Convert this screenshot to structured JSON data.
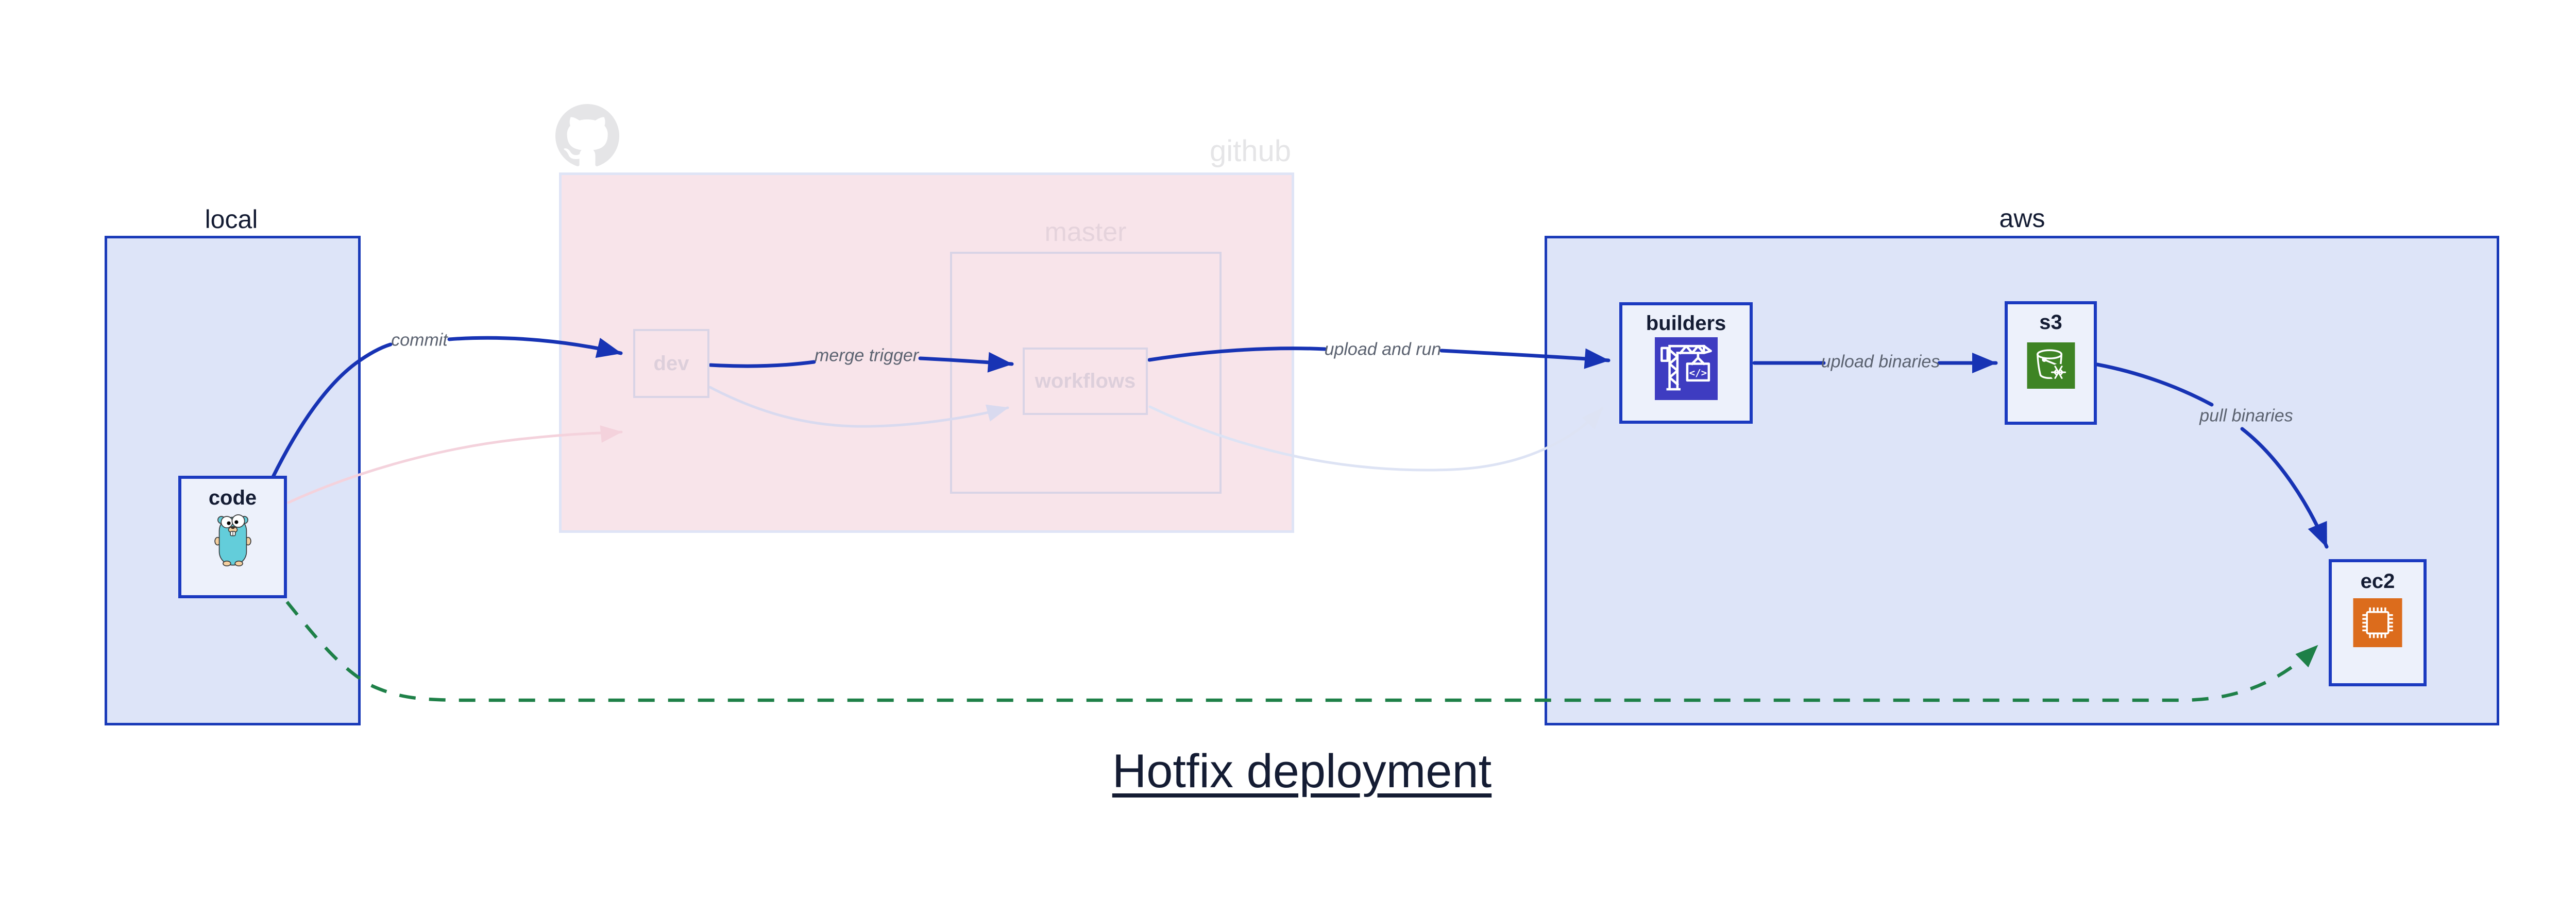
{
  "title": "Hotfix deployment",
  "groups": {
    "local": {
      "label": "local"
    },
    "github": {
      "label": "github",
      "master": {
        "label": "master"
      }
    },
    "aws": {
      "label": "aws"
    }
  },
  "nodes": {
    "code": {
      "label": "code",
      "icon": "go-gopher-icon"
    },
    "dev": {
      "label": "dev"
    },
    "workflows": {
      "label": "workflows"
    },
    "builders": {
      "label": "builders",
      "icon": "codebuild-crane-icon"
    },
    "s3": {
      "label": "s3",
      "icon": "s3-glacier-bucket-icon"
    },
    "ec2": {
      "label": "ec2",
      "icon": "ec2-chip-icon"
    }
  },
  "edges": {
    "commit": {
      "label": "commit"
    },
    "merge_trigger": {
      "label": "merge trigger"
    },
    "upload_and_run": {
      "label": "upload and run"
    },
    "upload_binaries": {
      "label": "upload binaries"
    },
    "pull_binaries": {
      "label": "pull binaries"
    }
  },
  "colors": {
    "flow_blue": "#1733b4",
    "ghost_pink": "#f4d2dc",
    "ghost_lavender": "#d9daef",
    "ghost_lavender2": "#dde3f4",
    "hotfix_green": "#1e8048",
    "group_fill": "#dde4f8",
    "group_border": "#1a3ab8",
    "node_fill": "#edf1fb",
    "node_border": "#1b3ac0",
    "github_fill": "#f8e4ea",
    "github_border": "#dfe4f6",
    "github_gray": "#e5e5e7",
    "inner_border": "#d9d4e6",
    "inner_text": "#ddcfdb",
    "master_text": "#e5d3dc",
    "edge_label": "#5b6270",
    "ink": "#141c33",
    "codebuild_bg": "#3e3cc1",
    "s3_bg": "#3e8424",
    "ec2_bg": "#dc6c1c"
  }
}
